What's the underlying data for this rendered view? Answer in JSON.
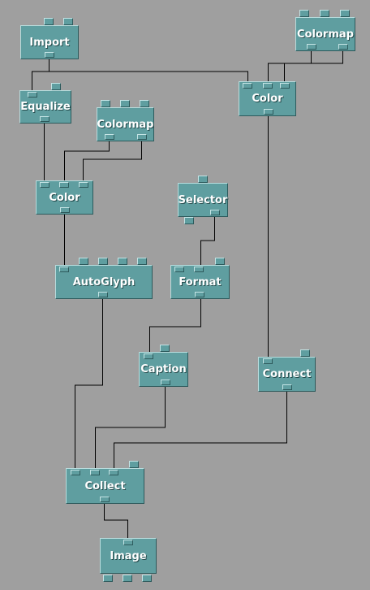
{
  "diagram": {
    "modules": [
      {
        "id": "import",
        "label": "Import"
      },
      {
        "id": "equalize",
        "label": "Equalize"
      },
      {
        "id": "colormap-left",
        "label": "Colormap"
      },
      {
        "id": "color-left",
        "label": "Color"
      },
      {
        "id": "autoglyph",
        "label": "AutoGlyph"
      },
      {
        "id": "selector",
        "label": "Selector"
      },
      {
        "id": "format",
        "label": "Format"
      },
      {
        "id": "caption",
        "label": "Caption"
      },
      {
        "id": "colormap-right",
        "label": "Colormap"
      },
      {
        "id": "color-right",
        "label": "Color"
      },
      {
        "id": "connect",
        "label": "Connect"
      },
      {
        "id": "collect",
        "label": "Collect"
      },
      {
        "id": "image",
        "label": "Image"
      }
    ],
    "connections": [
      {
        "from": "import",
        "to": "equalize"
      },
      {
        "from": "import",
        "to": "color-right"
      },
      {
        "from": "equalize",
        "to": "color-left"
      },
      {
        "from": "colormap-left",
        "to": "color-left"
      },
      {
        "from": "colormap-left",
        "to": "color-left"
      },
      {
        "from": "colormap-right",
        "to": "color-right"
      },
      {
        "from": "colormap-right",
        "to": "color-right"
      },
      {
        "from": "color-left",
        "to": "autoglyph"
      },
      {
        "from": "selector",
        "to": "format"
      },
      {
        "from": "format",
        "to": "caption"
      },
      {
        "from": "color-right",
        "to": "connect"
      },
      {
        "from": "autoglyph",
        "to": "collect"
      },
      {
        "from": "caption",
        "to": "collect"
      },
      {
        "from": "connect",
        "to": "collect"
      },
      {
        "from": "collect",
        "to": "image"
      }
    ],
    "colors": {
      "background": "#9f9f9f",
      "module": "#5f9ea0",
      "wire": "#000000",
      "label": "#ffffff"
    }
  }
}
